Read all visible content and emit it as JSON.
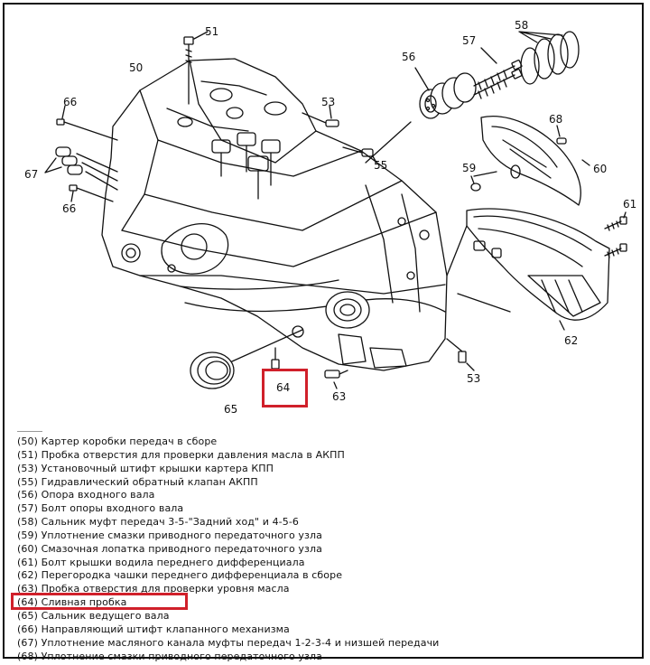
{
  "callouts": {
    "c50": "50",
    "c51": "51",
    "c53a": "53",
    "c53b": "53",
    "c55": "55",
    "c56": "56",
    "c57": "57",
    "c58": "58",
    "c59": "59",
    "c60": "60",
    "c61": "61",
    "c62": "62",
    "c63": "63",
    "c64": "64",
    "c65": "65",
    "c66a": "66",
    "c66b": "66",
    "c67": "67",
    "c68": "68"
  },
  "legend": [
    "(50) Картер коробки передач в сборе",
    "(51) Пробка отверстия для проверки давления масла в АКПП",
    "(53) Установочный штифт крышки картера КПП",
    "(55) Гидравлический обратный клапан АКПП",
    "(56) Опора входного вала",
    "(57) Болт опоры входного вала",
    "(58) Сальник муфт передач 3-5-\"Задний ход\" и 4-5-6",
    "(59) Уплотнение смазки приводного передаточного узла",
    "(60) Смазочная лопатка приводного передаточного узла",
    "(61) Болт крышки водила переднего дифференциала",
    "(62) Перегородка чашки переднего дифференциала в сборе",
    "(63) Пробка отверстия для проверки уровня масла",
    "(64) Сливная пробка",
    "(65) Сальник ведущего вала",
    "(66) Направляющий штифт клапанного механизма",
    "(67) Уплотнение масляного канала муфты передач 1-2-3-4 и низшей передачи",
    "(68) Уплотнение смазки приводного передаточного узла"
  ],
  "highlight_color": "#d0202a"
}
